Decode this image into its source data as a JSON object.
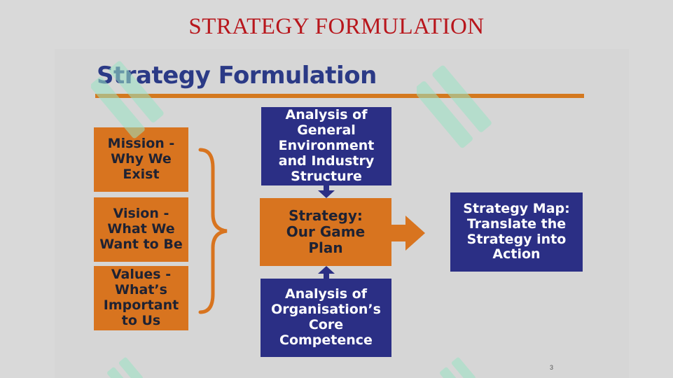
{
  "header": {
    "title": "STRATEGY FORMULATION"
  },
  "slide": {
    "title": "Strategy Formulation",
    "page_number": "3"
  },
  "boxes": {
    "mission": "Mission -\nWhy We\nExist",
    "vision": "Vision -\nWhat We\nWant to Be",
    "values": "Values -\nWhat’s\nImportant\nto Us",
    "analysis_general": "Analysis of\nGeneral\nEnvironment\nand Industry\nStructure",
    "strategy": "Strategy:\nOur Game\nPlan",
    "analysis_org": "Analysis of\nOrganisation’s\nCore\nCompetence",
    "strategy_map": "Strategy Map:\nTranslate the\nStrategy into\nAction"
  },
  "colors": {
    "header_red": "#b8161c",
    "title_blue": "#2b3a86",
    "orange": "#d8741f",
    "navy": "#2b2f85",
    "watermark_green": "#9be3c4"
  }
}
